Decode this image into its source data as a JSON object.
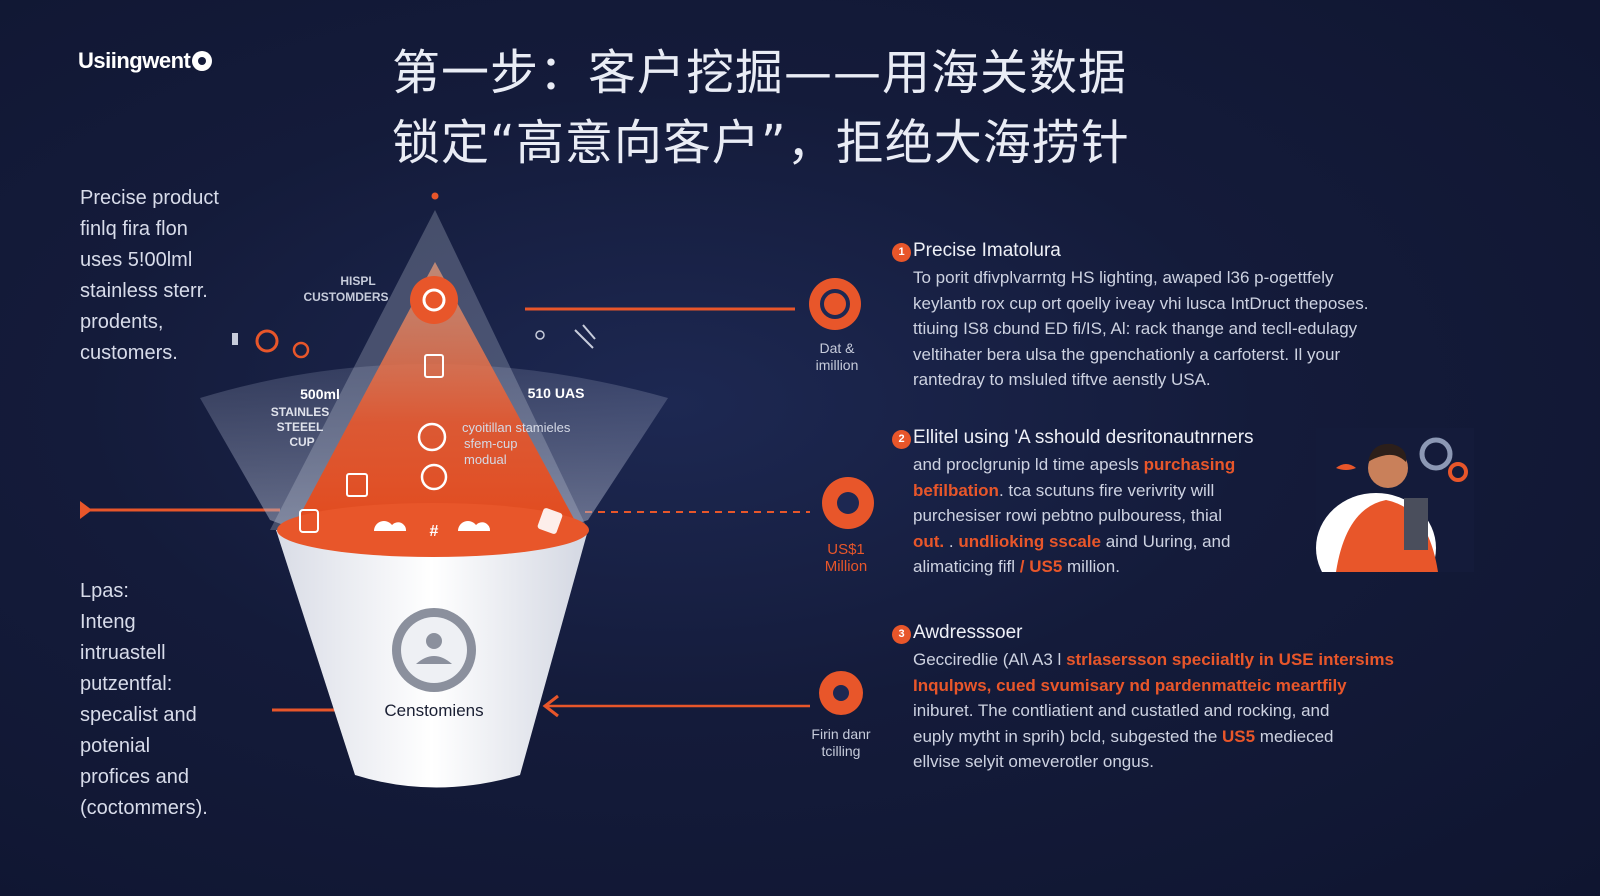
{
  "logo": {
    "text": "Usiingwent"
  },
  "title": {
    "line1": "第一步：客户挖掘——用海关数据",
    "line2": "锁定“高意向客户”，拒绝大海捞针"
  },
  "left_top": {
    "lines": [
      "Precise product",
      "finlq fira flon",
      "uses 5!00lml",
      "stainless sterr.",
      "prodents,",
      "customers."
    ]
  },
  "left_bottom": {
    "lines": [
      "Lpas:",
      "Inteng",
      "intruastell",
      "putzentfal:",
      "specalist and",
      "potenial",
      "profices and",
      "(coctommers)."
    ]
  },
  "funnel": {
    "label_hispl": "HISPL",
    "label_custom": "CUSTOMDERS",
    "label_500ml": "500ml",
    "label_stainless": [
      "STAINLES",
      "STEEEL",
      "CUP"
    ],
    "label_510": "510 UAS",
    "label_inner": [
      "cyoitillan stamieles",
      "sfem-cup",
      "modual"
    ],
    "bottom_label": "Censtomiens",
    "hash": "#"
  },
  "side_labels": {
    "top": [
      "Dat &",
      "imillion"
    ],
    "middle": [
      "US$1",
      "Million"
    ],
    "bottom": [
      "Firin danr",
      "tcilling"
    ]
  },
  "sections": [
    {
      "number": "1",
      "heading": "Precise Imatolura",
      "lines": [
        "To porit dfivplvarrntg HS lighting, awaped l36 p-ogettfely",
        "keylantb rox cup ort qoelly iveay vhi lusca IntDruct theposes.",
        "ttiuing IS8 cbund ED fi/IS, Al: rack thange and tecll-edulagy",
        "veltihater bera ulsa the gpenchationly a carfoterst. Il your",
        "rantedray to msluled tiftve aenstly USA."
      ]
    },
    {
      "number": "2",
      "heading": "Ellitel using 'A sshould desritonautnrners",
      "line1": "and proclgrunip ld time apesls ",
      "line1_hl": "purchasing",
      "line2_hl": "befilbation",
      "line2": ". tca scutuns fire verivrity will",
      "line3": "purchesiser rowi pebtno pulbouress, thial",
      "line4_hl_a": "out.",
      "line4_mid": " . ",
      "line4_hl_b": "undlioking sscale",
      "line4_end": " aind Uuring, and",
      "line5": "alimaticing fifl ",
      "line5_hl": "/ US5",
      "line5_end": " million."
    },
    {
      "number": "3",
      "heading": "Awdresssoer",
      "line1": "Gecciredlie (Al\\ A3 l ",
      "line1_hl": "strlasersson speciialtly in USE intersims",
      "line2_hl": "Inqulpws, cued svumisary nd pardenmatteic meartfily",
      "line3": "iniburet. The contliatient and custatled and rocking, and",
      "line4": "euply mytht in sprih) bcld, subgested the ",
      "line4_hl": "US5",
      "line4_end": " medieced",
      "line5": "ellvise selyit omeverotler ongus."
    }
  ],
  "colors": {
    "accent": "#e8562a",
    "background": "#141b3a",
    "text": "#e8ebf5"
  },
  "icons": [
    "target-icon",
    "chart-pie-icon",
    "globe-icon",
    "user-icon",
    "cloud-icon",
    "document-icon",
    "person-illustration"
  ]
}
